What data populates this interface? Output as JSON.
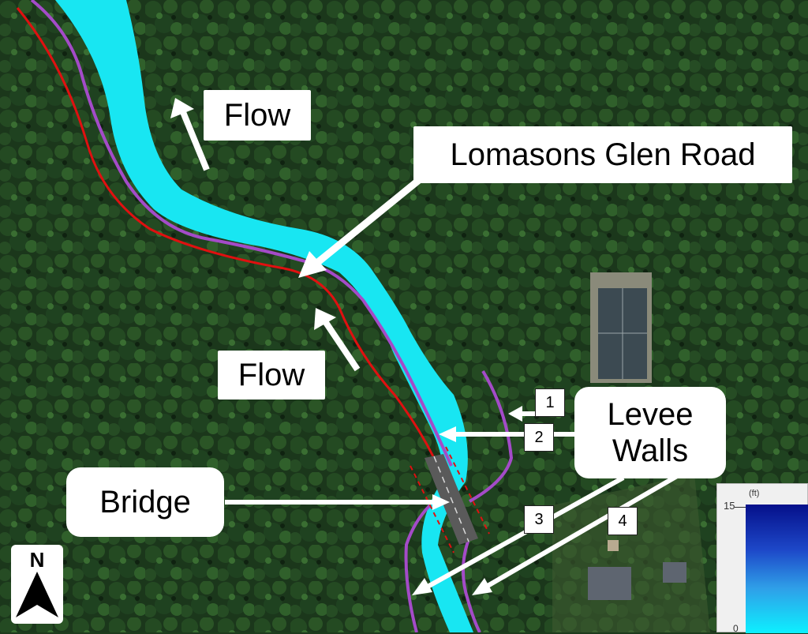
{
  "labels": {
    "flow_upper": "Flow",
    "flow_lower": "Flow",
    "road": "Lomasons Glen Road",
    "levee": "Levee\nWalls",
    "bridge": "Bridge"
  },
  "levee_numbers": [
    "1",
    "2",
    "3",
    "4"
  ],
  "north_arrow": {
    "letter": "N",
    "icon": "north-arrow-icon"
  },
  "legend": {
    "max_label": "15",
    "unit": "(ft)",
    "min_label": "0",
    "color_top": "#05108a",
    "color_bottom": "#0df0ff"
  },
  "colors": {
    "river": "#18e6f2",
    "road_line": "#e01010",
    "levee_wall": "#a44bc8",
    "bridge_dash": "#e01010",
    "arrow": "#ffffff"
  }
}
